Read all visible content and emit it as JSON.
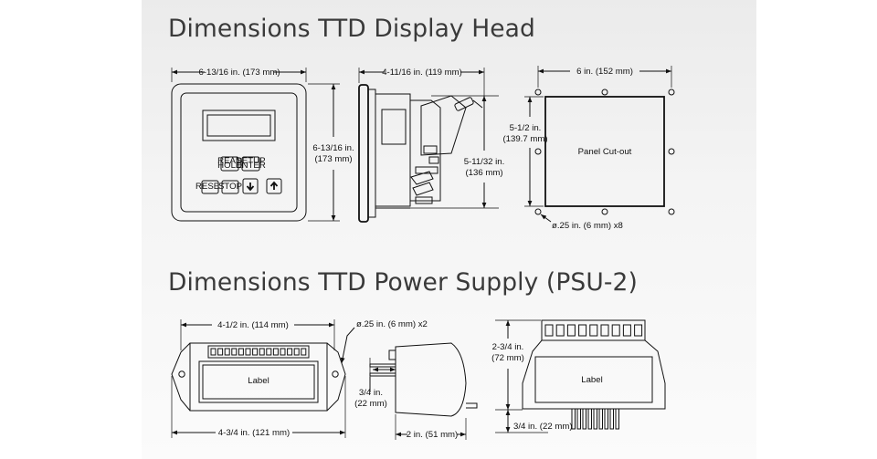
{
  "headings": {
    "display_head": "Dimensions TTD Display Head",
    "power_supply": "Dimensions TTD Power Supply (PSU-2)"
  },
  "display_head": {
    "front_width": "6-13/16 in. (173 mm)",
    "front_height_line1": "6-13/16 in.",
    "front_height_line2": "(173 mm)",
    "side_depth": "4-11/16 in. (119 mm)",
    "side_height_line1": "5-11/32 in.",
    "side_height_line2": "(136 mm)",
    "cutout_width": "6 in. (152 mm)",
    "cutout_height_line1": "5-1/2 in.",
    "cutout_height_line2": "(139.7 mm)",
    "cutout_label": "Panel Cut-out",
    "hole_note": "ø.25 in. (6 mm) x8",
    "keys": {
      "read": "READ",
      "hold": "HOLD",
      "setup": "SETUP",
      "enter": "ENTER",
      "reset": "RESET",
      "stop": "STOP"
    }
  },
  "power_supply": {
    "inner_width": "4-1/2 in. (114 mm)",
    "outer_width": "4-3/4 in. (121 mm)",
    "hole_note": "ø.25 in. (6 mm) x2",
    "side_depth": "2 in. (51 mm)",
    "flange_line1": "3/4 in.",
    "flange_line2": "(22 mm)",
    "height_line1": "2-3/4 in.",
    "height_line2": "(72 mm)",
    "foot_height": "3/4 in. (22 mm)",
    "label_front": "Label",
    "label_end": "Label"
  }
}
